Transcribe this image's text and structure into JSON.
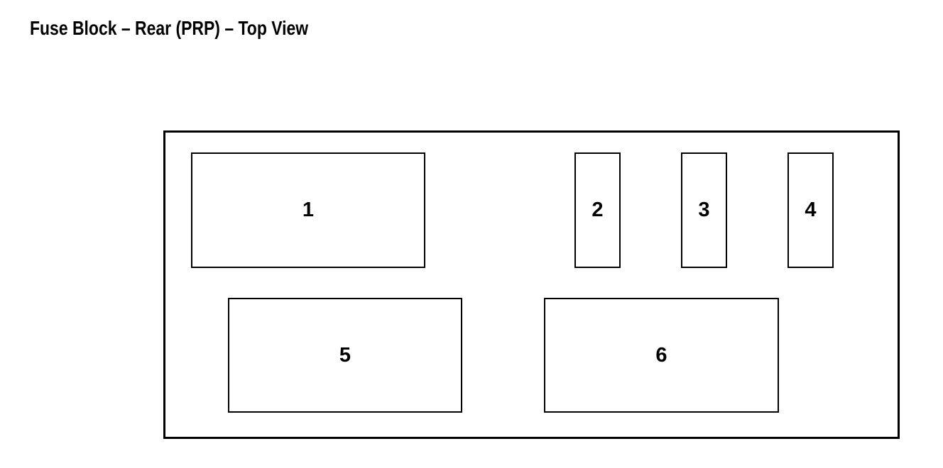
{
  "page": {
    "title": "Fuse Block – Rear (PRP) – Top View",
    "background_color": "#ffffff",
    "line_color": "#000000",
    "text_color": "#000000"
  },
  "diagram": {
    "boxes": [
      {
        "label": "1"
      },
      {
        "label": "2"
      },
      {
        "label": "3"
      },
      {
        "label": "4"
      },
      {
        "label": "5"
      },
      {
        "label": "6"
      }
    ]
  }
}
